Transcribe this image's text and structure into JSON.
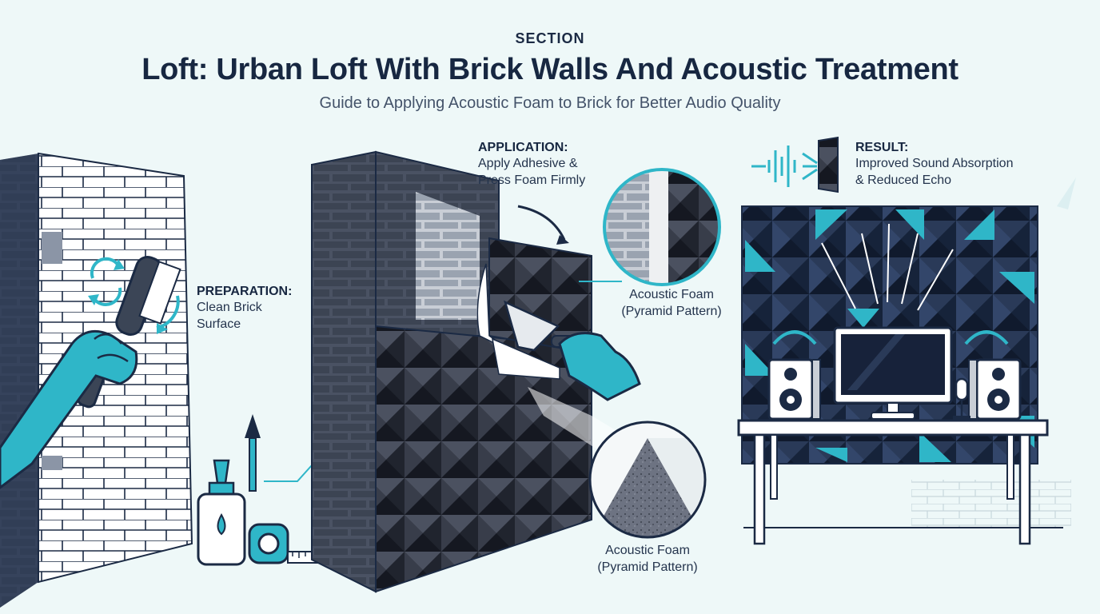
{
  "header": {
    "eyebrow": "SECTION",
    "title": "Loft: Urban Loft With Brick Walls And Acoustic Treatment",
    "subtitle": "Guide to Applying Acoustic Foam to Brick for Better Audio Quality"
  },
  "steps": {
    "preparation": {
      "heading": "PREPARATION:",
      "line1": "Clean Brick",
      "line2": "Surface"
    },
    "application": {
      "heading": "APPLICATION:",
      "line1": "Apply Adhesive &",
      "line2": "Press Foam Firmly"
    },
    "result": {
      "heading": "RESULT:",
      "line1": "Improved Sound Absorption",
      "line2": "& Reduced Echo"
    }
  },
  "callouts": {
    "foam_closeup": {
      "line1": "Acoustic Foam",
      "line2": "(Pyramid Pattern)"
    },
    "foam_texture": {
      "line1": "Acoustic Foam",
      "line2": "(Pyramid Pattern)"
    }
  },
  "colors": {
    "background": "#eef8f8",
    "navy": "#1b2a44",
    "teal": "#2fb6c8",
    "brick_dark": "#3f4756",
    "foam_dark": "#2e3340"
  },
  "icons": [
    "brush-icon",
    "cycle-arrows-icon",
    "glove-icon",
    "adhesive-bottle-icon",
    "paint-brush-icon",
    "tape-measure-icon",
    "trowel-icon",
    "sound-wave-icon",
    "monitor-icon",
    "speaker-icon",
    "microphone-icon",
    "desk-icon"
  ]
}
